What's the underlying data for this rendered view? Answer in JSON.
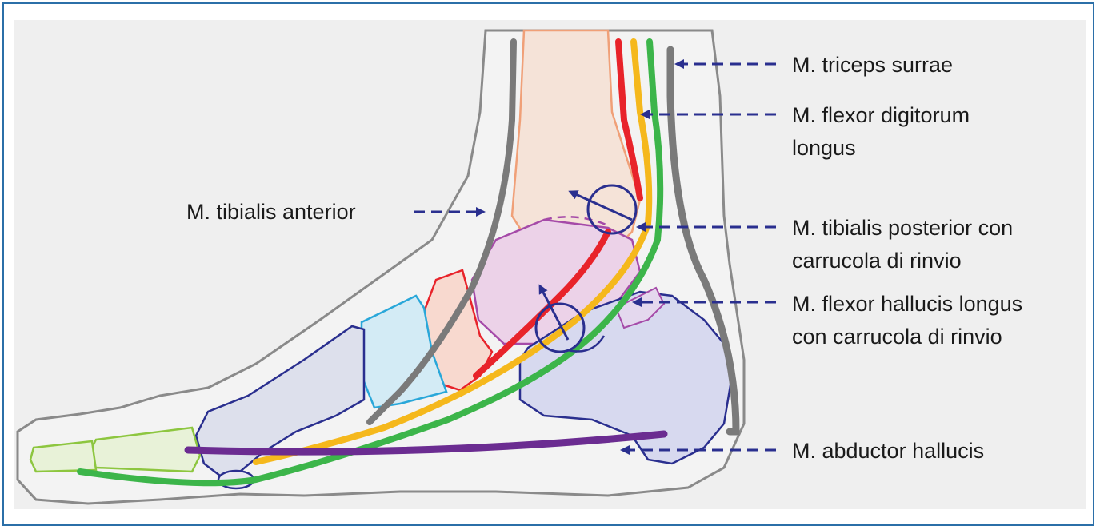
{
  "labels": {
    "triceps": "M. triceps surrae",
    "flexor_digitorum_1": "M. flexor digitorum",
    "flexor_digitorum_2": "longus",
    "tibialis_anterior": "M. tibialis anterior",
    "tibialis_posterior_1": "M. tibialis posterior con",
    "tibialis_posterior_2": "carrucola di rinvio",
    "flexor_hallucis_1": "M. flexor hallucis longus",
    "flexor_hallucis_2": "con carrucola di rinvio",
    "abductor": "M. abductor hallucis"
  },
  "colors": {
    "frame": "#2b6fa8",
    "arrow": "#2a2f8f",
    "triceps_tendon": "#7a7a7a",
    "tibialis_anterior_tendon": "#7a7a7a",
    "flexor_digitorum_tendon": "#e8232a",
    "tibialis_posterior_tendon": "#f5b81c",
    "flexor_hallucis_tendon": "#3cb54a",
    "abductor_hallucis": "#6b2c91"
  }
}
